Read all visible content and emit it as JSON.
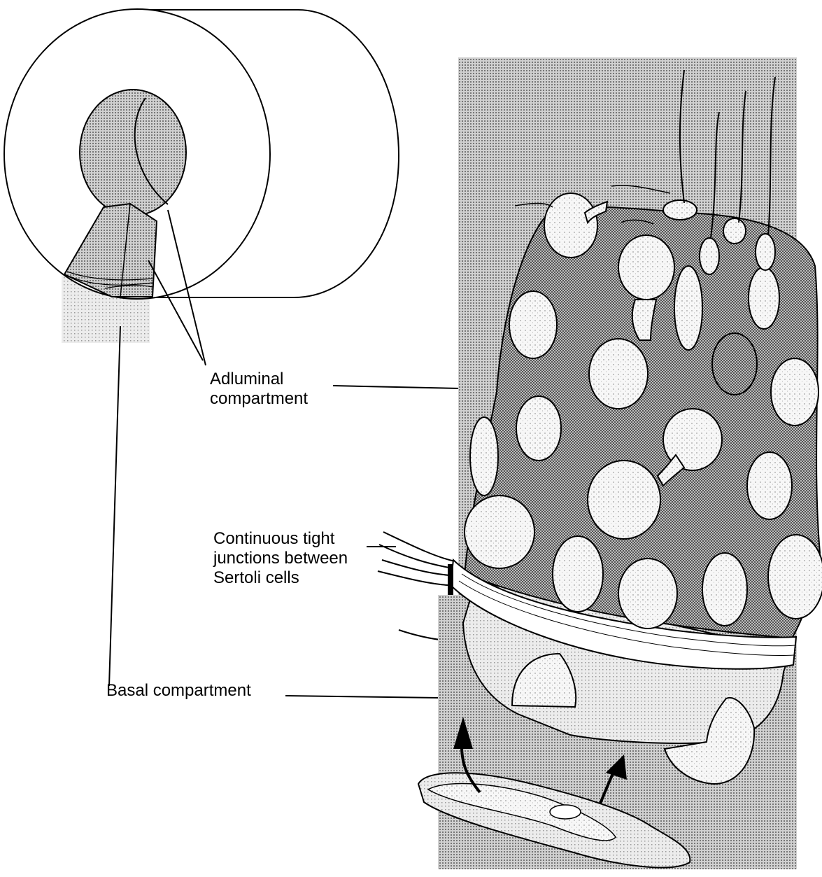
{
  "labels": {
    "adluminal": [
      "Adluminal",
      "compartment"
    ],
    "tight_junctions": [
      "Continuous tight",
      "junctions between",
      "Sertoli cells"
    ],
    "basal": "Basal compartment"
  },
  "colors": {
    "ink": "#000000",
    "paper": "#ffffff",
    "stipple_dark": "#8a8a8a",
    "stipple_light": "#d6d6d6",
    "cell_fill": "#f2f2f2"
  }
}
